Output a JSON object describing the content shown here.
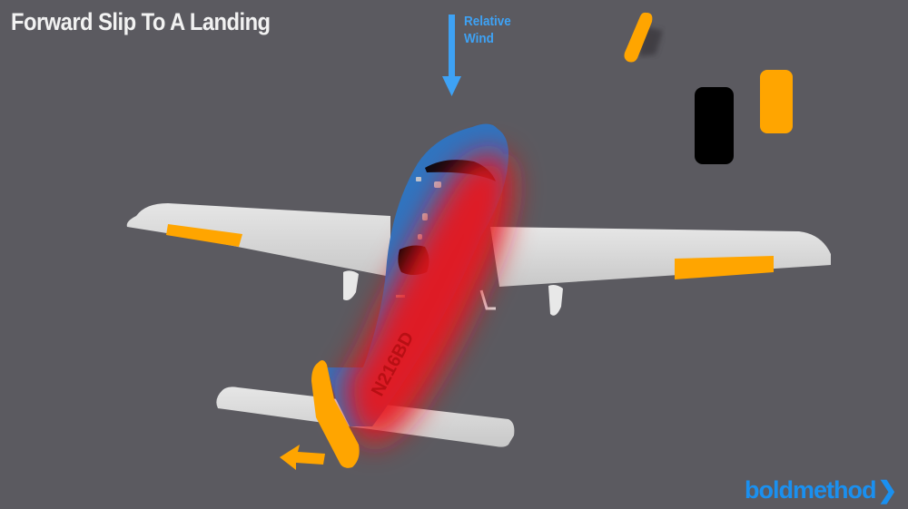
{
  "title": "Forward Slip To A Landing",
  "relative_wind": {
    "line1": "Relative",
    "line2": "Wind",
    "arrow_direction": "down",
    "color": "#3ea2f5"
  },
  "control_indicators": {
    "yoke_icon": "yoke-banked-left",
    "left_pedal": "black",
    "right_pedal": "orange"
  },
  "aircraft": {
    "tail_number": "N216BD",
    "body_color": "#2f74c0",
    "wing_color": "#d9d9d9",
    "control_surface_color": "#ffa500",
    "slip_highlight_color": "#e8141a"
  },
  "rudder_arrow": {
    "direction": "left",
    "color": "#ffa500"
  },
  "brand": {
    "name": "boldmethod",
    "chevron": "❯",
    "color": "#1a90f0"
  },
  "colors": {
    "background": "#5b5a60",
    "title": "#f2f2f2"
  }
}
